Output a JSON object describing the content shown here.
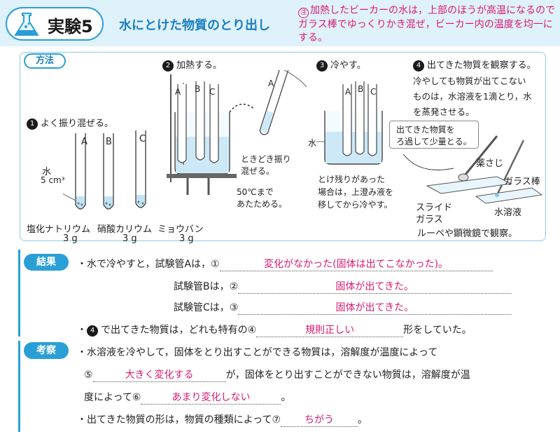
{
  "header": {
    "badge_label": "実験5",
    "title": "水にとけた物質のとり出し",
    "note_icon": "注",
    "note": "加熱したビーカーの水は，上部のほうが高温になるのでガラス棒でゆっくりかき混ぜ，ビーカー内の温度を均一にする。"
  },
  "method": {
    "label": "方法",
    "step1": {
      "num": "1",
      "text": "よく振り混ぜる。"
    },
    "tube_labels": [
      "A",
      "B",
      "C"
    ],
    "water_label": "水",
    "water_amount": "5 cm³",
    "substances": [
      {
        "name": "塩化ナトリウム",
        "amount": "3 g"
      },
      {
        "name": "硝酸カリウム",
        "amount": "3 g"
      },
      {
        "name": "ミョウバン",
        "amount": "3 g"
      }
    ],
    "step2": {
      "num": "2",
      "text": "加熱する。"
    },
    "shake_note": [
      "ときどき振り",
      "混ぜる。"
    ],
    "heat_note": [
      "50℃まで",
      "あたためる。"
    ],
    "step3": {
      "num": "3",
      "text": "冷やす。"
    },
    "cool_water_label": "水",
    "dissolve_note": [
      "とけ残りがあった",
      "場合は，上澄み液を",
      "移してから冷やす。"
    ],
    "step4": {
      "num": "4",
      "text": "出てきた物質を観察する。"
    },
    "step4_note": [
      "冷やしても物質が出てこない",
      "ものは，水溶液を1滴とり，水",
      "を蒸発させる。"
    ],
    "filter_note": [
      "出てきた物質を",
      "ろ過して少量とる。"
    ],
    "spoon_label": "薬さじ",
    "glass_rod_label": "ガラス棒",
    "slide_label": [
      "スライド",
      "ガラス"
    ],
    "solution_label": "水溶液",
    "observe_note": "ルーペや顕微鏡で観察。"
  },
  "results": {
    "label": "結果",
    "line1_prefix": "・水で冷やすと，試験管Aは，",
    "line2_prefix": "試験管Bは，",
    "line3_prefix": "試験管Cは，",
    "marks": [
      "①",
      "②",
      "③",
      "④",
      "⑤",
      "⑥",
      "⑦"
    ],
    "answer1": "変化がなかった(固体は出てこなかった)。",
    "answer2": "固体が出てきた。",
    "answer3": "固体が出てきた。",
    "line4_num": "4",
    "line4_prefix": "で出てきた物質は，どれも特有の",
    "answer4": "規則正しい",
    "line4_suffix": "形をしていた。"
  },
  "discussion": {
    "label": "考察",
    "line1": "・水溶液を冷やして，固体をとり出すことができる物質は，溶解度が温度によって",
    "answer5": "大きく変化する",
    "line2_suffix": "が，固体をとり出すことができない物質は，溶解度が温",
    "line3_prefix": "度によって",
    "answer6": "あまり変化しない",
    "line3_suffix": "。",
    "line4_prefix": "・出てきた物質の形は，物質の種類によって",
    "answer7": "ちがう",
    "line4_suffix": "。"
  }
}
